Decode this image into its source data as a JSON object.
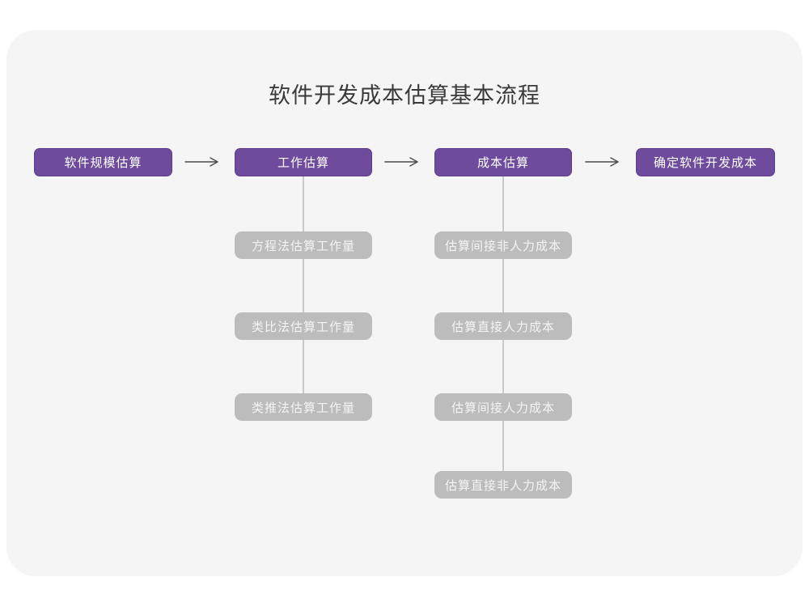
{
  "title": "软件开发成本估算基本流程",
  "colors": {
    "card_background": "#f5f5f6",
    "accent_purple": "#6f4b9e",
    "accent_purple_border": "#5e3d8a",
    "sub_node_gray": "#bcbcbc",
    "connector_gray": "#c9c9c9",
    "arrow_dark_gray": "#4a4a4a",
    "title_text": "#3a3a3a",
    "node_text": "#ffffff"
  },
  "flow": {
    "main_steps": [
      {
        "label": "软件规模估算"
      },
      {
        "label": "工作估算"
      },
      {
        "label": "成本估算"
      },
      {
        "label": "确定软件开发成本"
      }
    ],
    "work_estimation_methods": [
      "方程法估算工作量",
      "类比法估算工作量",
      "类推法估算工作量"
    ],
    "cost_estimation_steps": [
      "估算间接非人力成本",
      "估算直接人力成本",
      "估算间接人力成本",
      "估算直接非人力成本"
    ]
  }
}
